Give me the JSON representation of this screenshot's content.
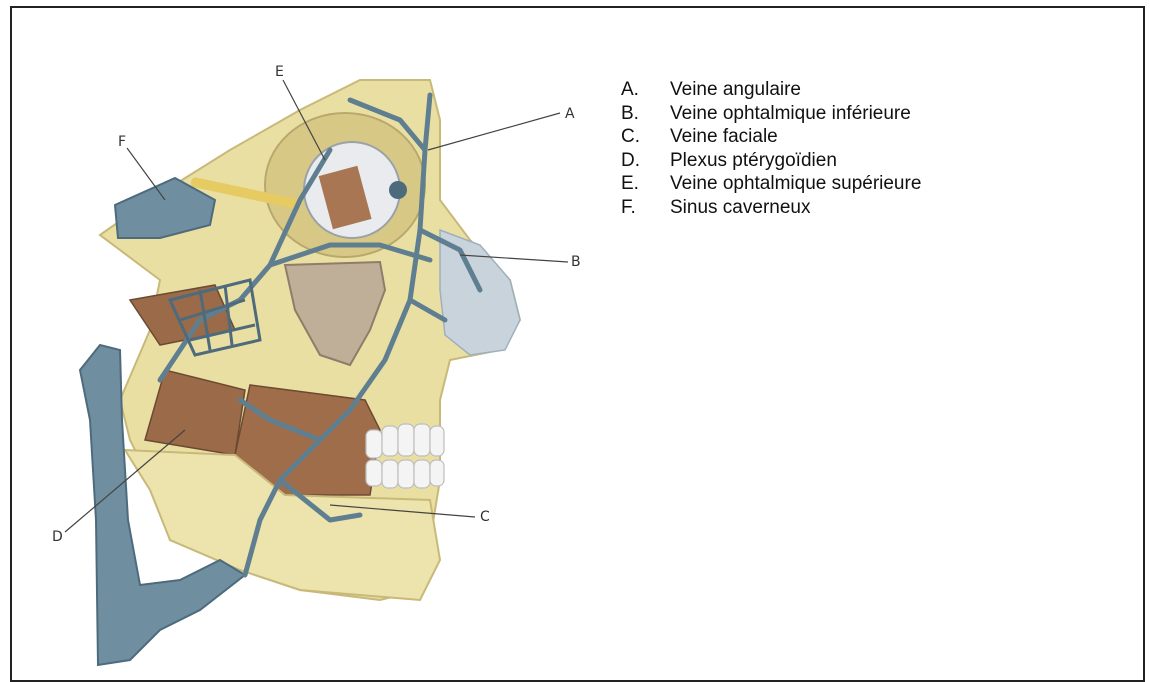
{
  "markers": {
    "A": "A",
    "B": "B",
    "C": "C",
    "D": "D",
    "E": "E",
    "F": "F"
  },
  "legend": [
    {
      "letter": "A.",
      "text": "Veine angulaire"
    },
    {
      "letter": "B.",
      "text": "Veine ophtalmique inférieure"
    },
    {
      "letter": "C.",
      "text": "Veine faciale"
    },
    {
      "letter": "D.",
      "text": "Plexus ptérygoïdien"
    },
    {
      "letter": "E.",
      "text": "Veine ophtalmique supérieure"
    },
    {
      "letter": "F.",
      "text": "Sinus caverneux"
    }
  ],
  "colors": {
    "bone": "#eadfa3",
    "bone_dark": "#d7c985",
    "vein": "#6f8fa0",
    "vein_dark": "#4d6b7c",
    "muscle": "#9b6a48",
    "cartilage": "#c9d3dc",
    "teeth": "#f4f4f4"
  }
}
